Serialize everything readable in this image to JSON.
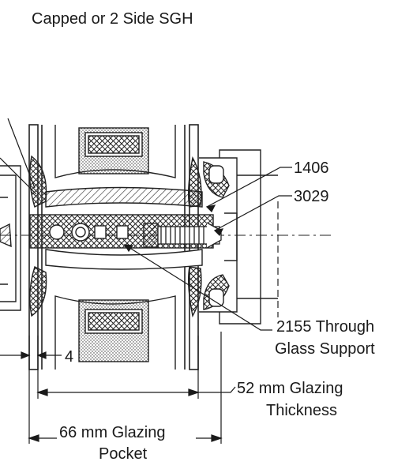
{
  "header": {
    "title": "Capped or 2 Side SGH"
  },
  "callouts": {
    "part_1406": "1406",
    "part_3029": "3029",
    "support_line1": "2155 Through",
    "support_line2": "Glass Support"
  },
  "dimensions": {
    "small": "4",
    "glazing_thickness_line1": "52 mm Glazing",
    "glazing_thickness_line2": "Thickness",
    "glazing_pocket_line1": "66 mm Glazing",
    "glazing_pocket_line2": "Pocket"
  }
}
